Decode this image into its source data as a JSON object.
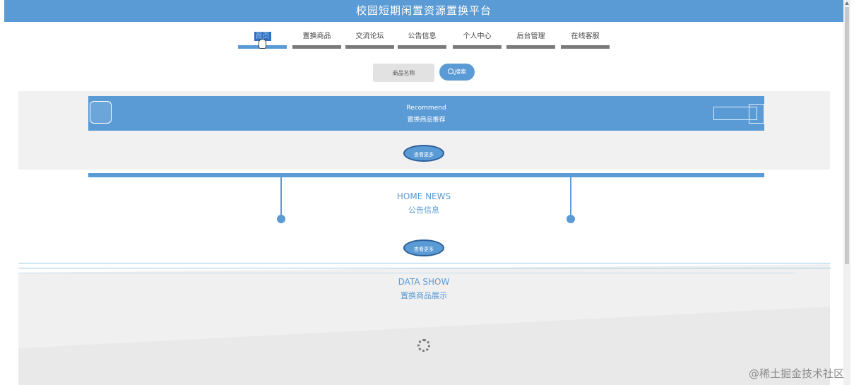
{
  "header": {
    "title": "校园短期闲置资源置换平台"
  },
  "nav": {
    "items": [
      {
        "label": "首页",
        "active": true
      },
      {
        "label": "置换商品"
      },
      {
        "label": "交流论坛"
      },
      {
        "label": "公告信息"
      },
      {
        "label": "个人中心"
      },
      {
        "label": "后台管理"
      },
      {
        "label": "在线客服"
      }
    ]
  },
  "search": {
    "placeholder": "商品名称",
    "button_label": "搜索",
    "icon": "search-icon"
  },
  "recommend": {
    "title_en": "Recommend",
    "title_cn": "置换商品推荐",
    "more_label": "查看更多"
  },
  "news": {
    "title_en": "HOME NEWS",
    "title_cn": "公告信息",
    "more_label": "查看更多"
  },
  "data_show": {
    "title_en": "DATA SHOW",
    "title_cn": "置换商品展示",
    "loading_icon": "loading-spinner-icon"
  },
  "watermark": "@稀土掘金技术社区",
  "colors": {
    "accent": "#5b9bd5",
    "nav_inactive": "#7a7a7a",
    "section_bg": "#f1f1f1"
  }
}
